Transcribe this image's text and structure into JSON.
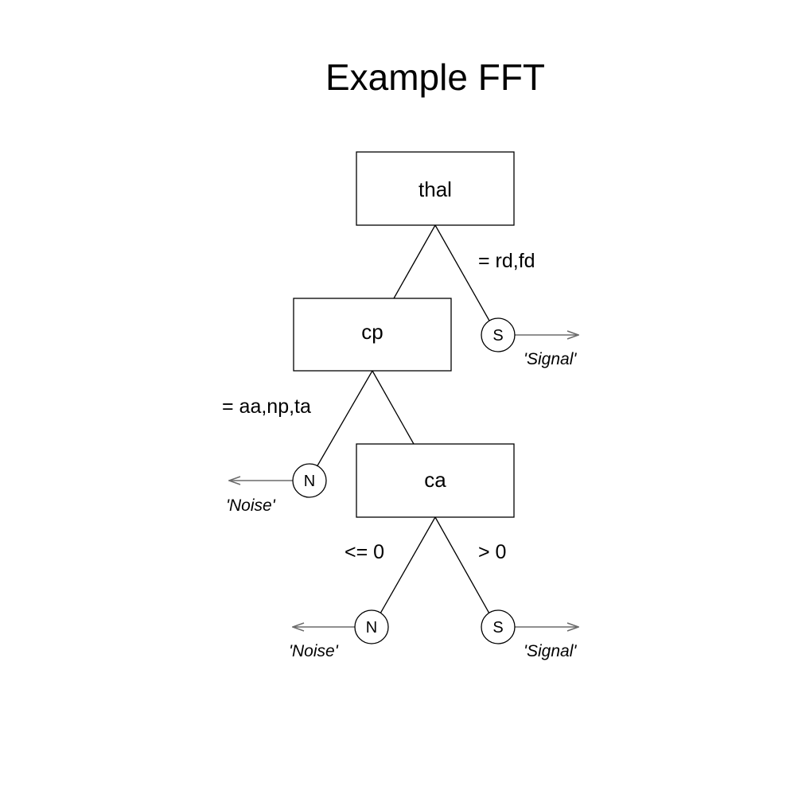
{
  "title": "Example FFT",
  "nodes": {
    "thal": "thal",
    "cp": "cp",
    "ca": "ca"
  },
  "conditions": {
    "thal_exit": "= rd,fd",
    "cp_exit": "= aa,np,ta",
    "ca_left": "<= 0",
    "ca_right": "> 0"
  },
  "leaves": {
    "thal_exit": {
      "symbol": "S",
      "label": "'Signal'"
    },
    "cp_exit": {
      "symbol": "N",
      "label": "'Noise'"
    },
    "ca_noise": {
      "symbol": "N",
      "label": "'Noise'"
    },
    "ca_signal": {
      "symbol": "S",
      "label": "'Signal'"
    }
  },
  "colors": {
    "line": "#000000",
    "exit_arrow": "#6b6b6b"
  }
}
